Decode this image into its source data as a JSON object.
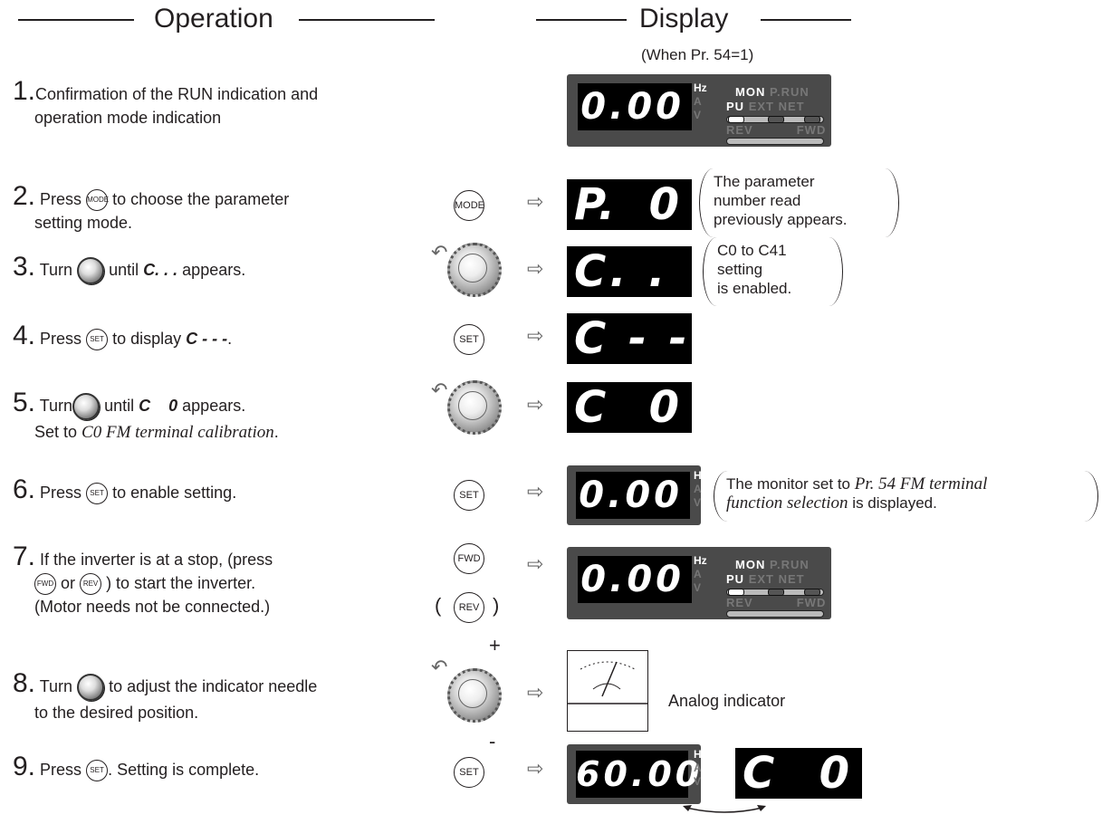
{
  "headers": {
    "operation": "Operation",
    "display": "Display",
    "display_sub": "(When Pr. 54=1)"
  },
  "keys": {
    "mode": "MODE",
    "set": "SET",
    "fwd": "FWD",
    "rev": "REV"
  },
  "panel": {
    "hz": "Hz",
    "a": "A",
    "v": "V",
    "mon": "MON",
    "prun": "P.RUN",
    "pu": "PU",
    "ext": "EXT",
    "net": "NET",
    "rev": "REV",
    "fwd": "FWD"
  },
  "steps": [
    {
      "num": "1.",
      "line1": "Confirmation of the RUN indication and",
      "line2": "operation mode indication"
    },
    {
      "num": "2.",
      "pre": "Press",
      "post": "to choose the parameter",
      "line2": "setting mode."
    },
    {
      "num": "3.",
      "pre": "Turn",
      "mid": "until",
      "code": "C. . .",
      "post": "appears."
    },
    {
      "num": "4.",
      "pre": "Press",
      "mid": "to display",
      "code": "C - - -",
      "post": "."
    },
    {
      "num": "5.",
      "pre": "Turn",
      "mid": "until",
      "code": "C    0",
      "post": "appears.",
      "line2a": "Set to",
      "line2b": "C0 FM terminal calibration",
      "line2c": "."
    },
    {
      "num": "6.",
      "pre": "Press",
      "post": "to enable setting."
    },
    {
      "num": "7.",
      "line1": "If the inverter is at a stop, (press",
      "mid": "or",
      "post": ") to start the inverter.",
      "line3": "(Motor needs not be connected.)"
    },
    {
      "num": "8.",
      "pre": "Turn",
      "post": "to adjust the indicator needle",
      "line2": "to the desired position."
    },
    {
      "num": "9.",
      "pre": "Press",
      "post": "Setting is complete."
    }
  ],
  "displays": {
    "d1": "0.00",
    "d2a": "P.",
    "d2b": "0",
    "d3": "C. . .",
    "d4": "C - - -",
    "d5a": "C",
    "d5b": "0",
    "d6": "0.00",
    "d7": "0.00",
    "d9a": "60.00",
    "d9b_a": "C",
    "d9b_b": "0"
  },
  "notes": {
    "n2": [
      "The parameter",
      "number read",
      "previously appears."
    ],
    "n3": [
      "C0 to C41",
      "setting",
      "is enabled."
    ],
    "n6a": "The monitor set to",
    "n6b": "Pr. 54 FM terminal",
    "n6c": "function selection",
    "n6d": "is displayed.",
    "analog": "Analog indicator",
    "plus": "+",
    "minus": "-",
    "lparen": "(",
    "rparen": ")"
  }
}
